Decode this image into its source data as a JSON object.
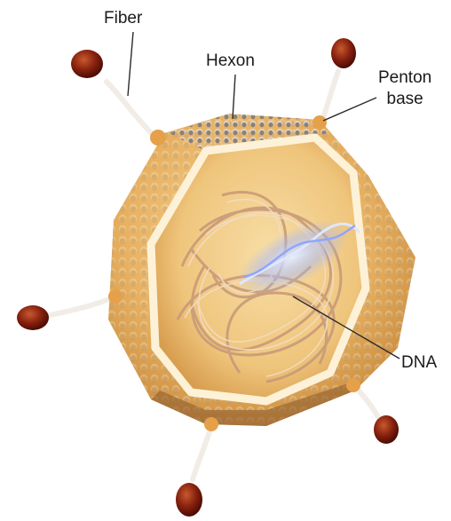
{
  "labels": {
    "fiber": "Fiber",
    "hexon": "Hexon",
    "penton_base_line1": "Penton",
    "penton_base_line2": "base",
    "dna": "DNA"
  },
  "colors": {
    "capsid_outer": "#e9b766",
    "capsid_inner": "#f3cf8a",
    "rim": "#fdf2d8",
    "knob": "#7a1a0a",
    "dna_strand": "#d9b89a",
    "dna_highlight": "#9fb6ff"
  }
}
